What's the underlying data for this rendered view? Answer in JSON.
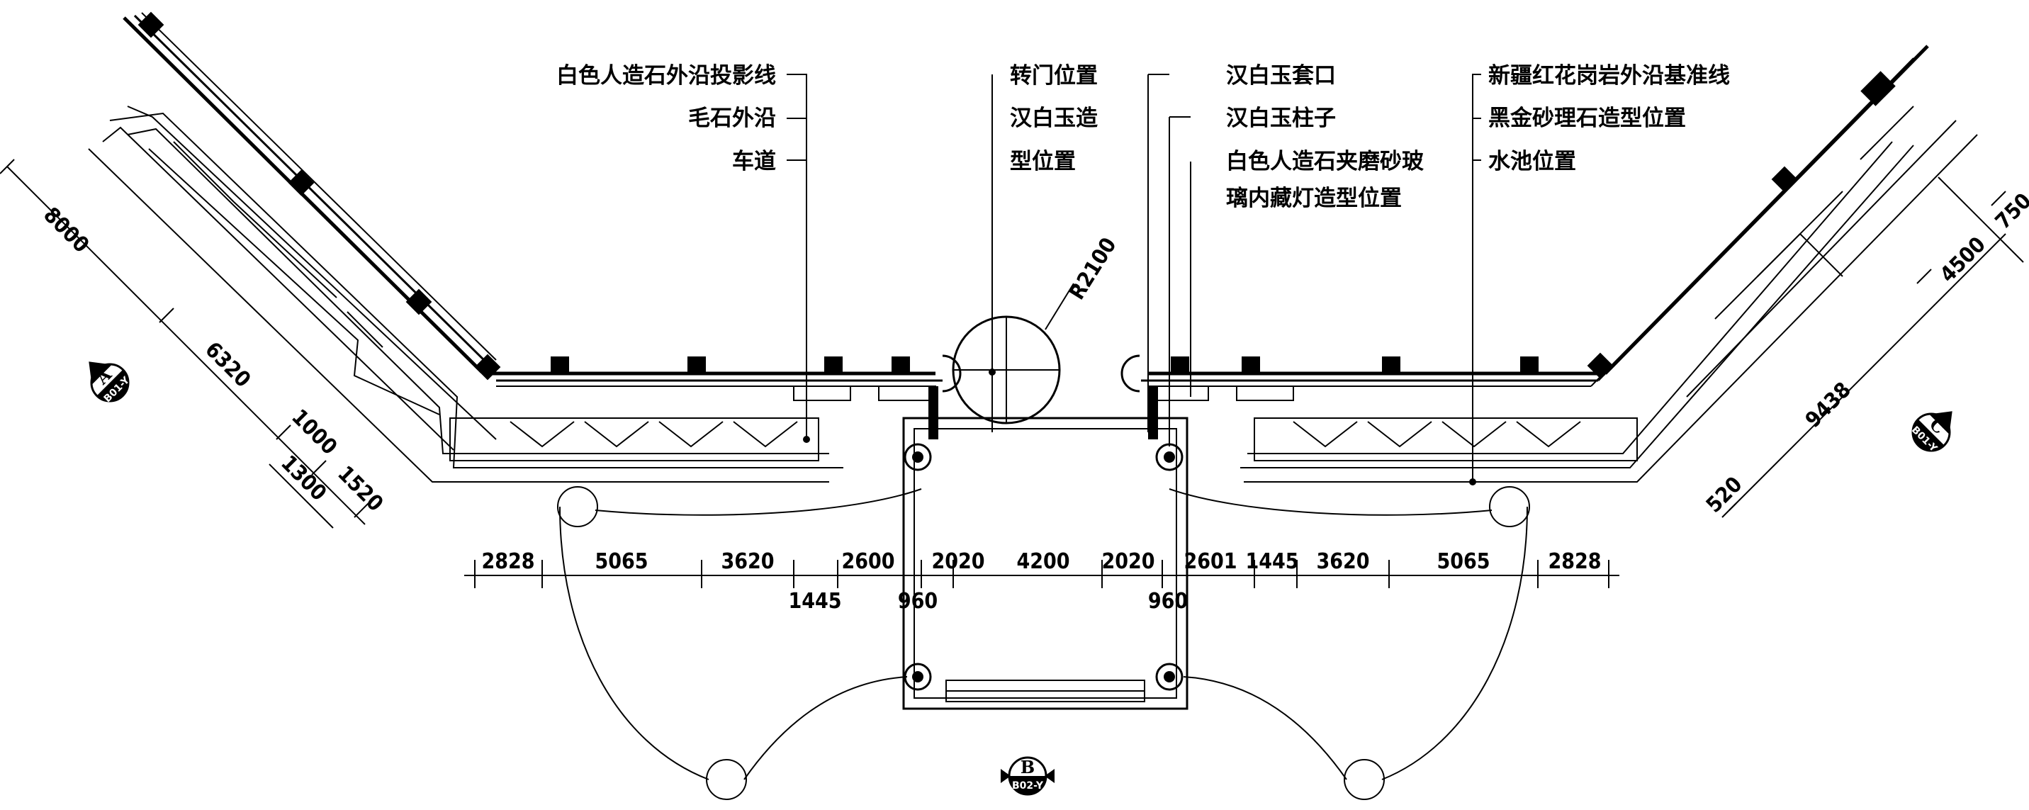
{
  "callouts_left": [
    {
      "text": "白色人造石外沿投影线"
    },
    {
      "text": "毛石外沿"
    },
    {
      "text": "车道"
    }
  ],
  "callouts_center": [
    {
      "text": "转门位置"
    },
    {
      "text": "汉白玉造"
    },
    {
      "text": "型位置"
    }
  ],
  "callouts_center_right": [
    {
      "text": "汉白玉套口"
    },
    {
      "text": "汉白玉柱子"
    },
    {
      "text": "白色人造石夹磨砂玻"
    },
    {
      "text": "璃内藏灯造型位置"
    }
  ],
  "callouts_right": [
    {
      "text": "新疆红花岗岩外沿基准线"
    },
    {
      "text": "黑金砂理石造型位置"
    },
    {
      "text": "水池位置"
    }
  ],
  "radius_label": "R2100",
  "dims_bottom": [
    {
      "text": "2828"
    },
    {
      "text": "5065"
    },
    {
      "text": "3620"
    },
    {
      "text": "2600"
    },
    {
      "text": "2020"
    },
    {
      "text": "4200"
    },
    {
      "text": "2020"
    },
    {
      "text": "2601"
    },
    {
      "text": "1445"
    },
    {
      "text": "3620"
    },
    {
      "text": "5065"
    },
    {
      "text": "2828"
    }
  ],
  "dims_bottom_sub": [
    {
      "text": "1445"
    },
    {
      "text": "960"
    },
    {
      "text": "960"
    }
  ],
  "dims_left": [
    {
      "text": "8000"
    },
    {
      "text": "6320"
    },
    {
      "text": "1000"
    },
    {
      "text": "1300"
    },
    {
      "text": "1520"
    }
  ],
  "dims_right": [
    {
      "text": "750"
    },
    {
      "text": "4500"
    },
    {
      "text": "9438"
    },
    {
      "text": "520"
    }
  ],
  "section_markers": [
    {
      "letter": "A",
      "ref": "B01-Y"
    },
    {
      "letter": "B",
      "ref": "B02-Y"
    },
    {
      "letter": "C",
      "ref": "B01-Y"
    }
  ]
}
